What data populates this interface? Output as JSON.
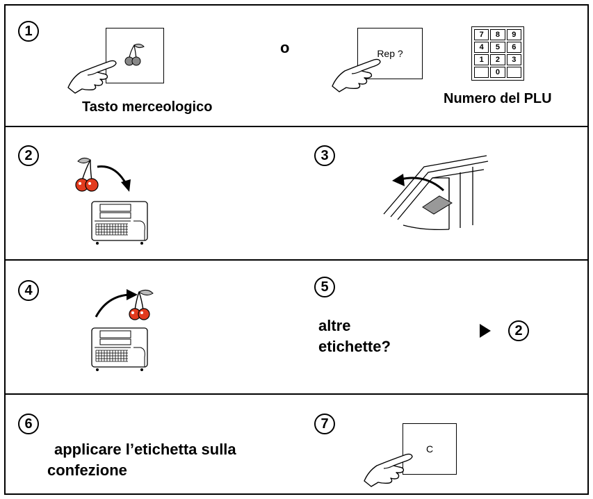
{
  "steps": [
    {
      "number": "1"
    },
    {
      "number": "2"
    },
    {
      "number": "3"
    },
    {
      "number": "4"
    },
    {
      "number": "5"
    },
    {
      "number": "6"
    },
    {
      "number": "7"
    }
  ],
  "step1": {
    "option_or": "o",
    "key_label": "Rep ?",
    "left_caption": "Tasto merceologico",
    "right_caption": "Numero del PLU",
    "keypad_keys": [
      "7",
      "8",
      "9",
      "4",
      "5",
      "6",
      "1",
      "2",
      "3",
      "",
      "0",
      ""
    ]
  },
  "step5": {
    "text_line1": "altre",
    "text_line2": "etichette?",
    "goto_step": "2"
  },
  "step6": {
    "text_line1": "applicare l’etichetta sulla",
    "text_line2": "confezione"
  },
  "step7": {
    "key_label": "C"
  },
  "icons": {
    "hand": "pointing-hand-icon",
    "cherries": "cherries-icon",
    "scale": "weighing-scale-icon",
    "arrow": "curved-arrow-icon",
    "goto": "right-arrow-icon"
  }
}
